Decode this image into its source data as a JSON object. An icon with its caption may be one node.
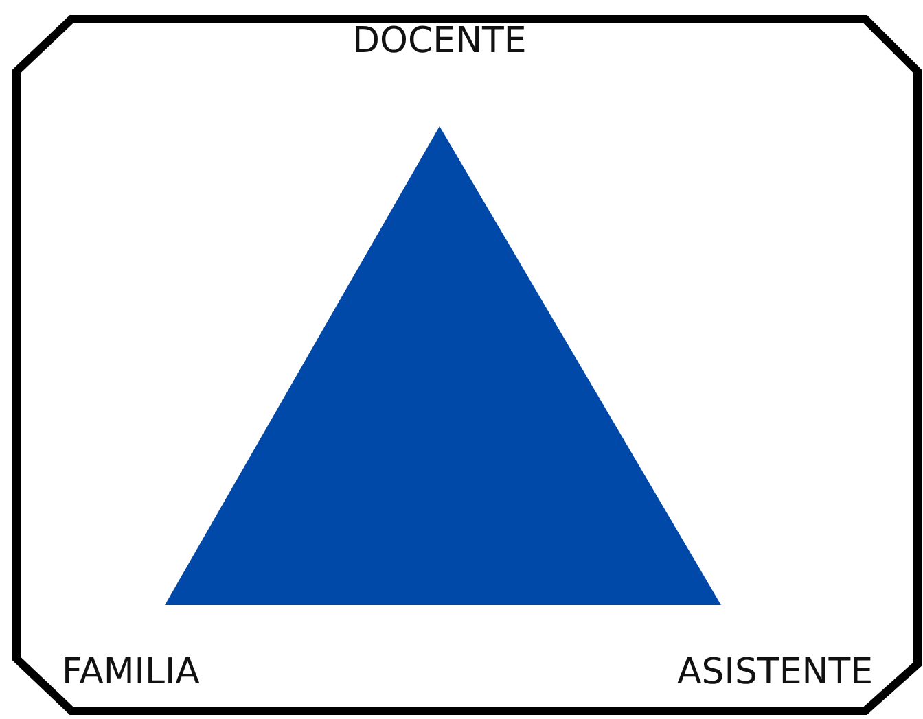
{
  "diagram": {
    "labels": [
      "DOCENTE",
      "FAMILIA",
      "ASISTENTE"
    ]
  }
}
